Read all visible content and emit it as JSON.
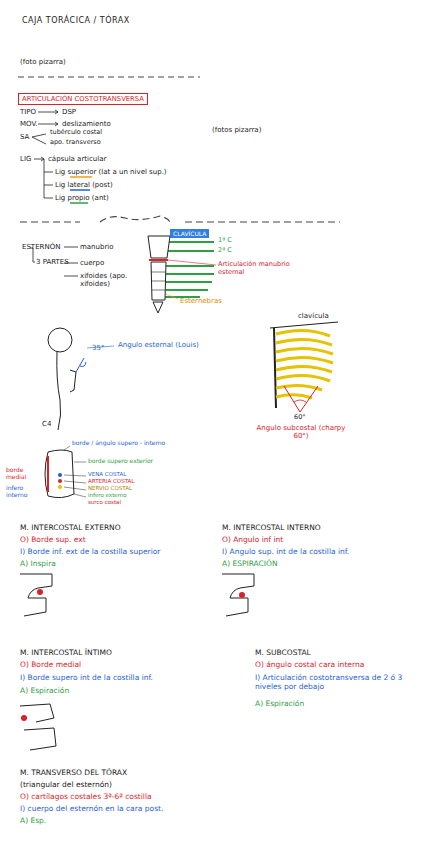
{
  "diagram": {
    "title": "CAJA TORÁCICA / TÓRAX",
    "nodes": [
      {
        "text": [
          "ARTICULACIÓN COSTOTRANSVERSA"
        ]
      },
      {
        "text": [
          "CLAVÍCULA"
        ]
      }
    ],
    "labels": [
      "(foto pizarra)",
      "TIPO",
      "DSP",
      "MOV.",
      "deslizamiento",
      "SA",
      "tubérculo costal",
      "apo. transverso",
      "(fotos pizarra)",
      "LIG",
      "cápsula articular",
      "Lig superior (lat a un nivel sup.)",
      "Lig lateral (post)",
      "Lig propio (ant)",
      "ESTERNÓN",
      "3 PARTES",
      "manubrio",
      "cuerpo",
      "xifoides (apo. xifoides)",
      "1ª C",
      "2ª C",
      "Articulación manubrio esternal",
      "Esternebras",
      "35°",
      "Angulo esternal (Louis)",
      "C4",
      "clavícula",
      "60°",
      "Angulo subcostal (charpy 60°)",
      "borde / ángulo supero - interno",
      "borde supero exterior",
      "borde medial",
      "infero interno",
      "VENA COSTAL",
      "ARTERIA COSTAL",
      "NERVIO COSTAL",
      "infero externo",
      "surco costal",
      "M. INTERCOSTAL EXTERNO",
      "O) Borde sup. ext",
      "I) Borde inf. ext de la costilla superior",
      "A) Inspira",
      "M. INTERCOSTAL INTERNO",
      "O) Angulo inf int",
      "I) Angulo sup. int de la costilla inf.",
      "A) ESPIRACIÓN",
      "M. INTERCOSTAL ÍNTIMO",
      "O) Borde medial",
      "I) Borde supero int de la costilla inf.",
      "A) Espiración",
      "M. SUBCOSTAL",
      "O) ángulo costal cara interna",
      "I) Articulación costotransversa de 2 ó 3 niveles por debajo",
      "A) Espiración",
      "M. TRANSVERSO DEL TÓRAX",
      "(triangular del esternón)",
      "O) cartílagos costales 3ª-6ª costilla",
      "I) cuerpo del esternón en la cara post.",
      "A) Esp."
    ]
  }
}
